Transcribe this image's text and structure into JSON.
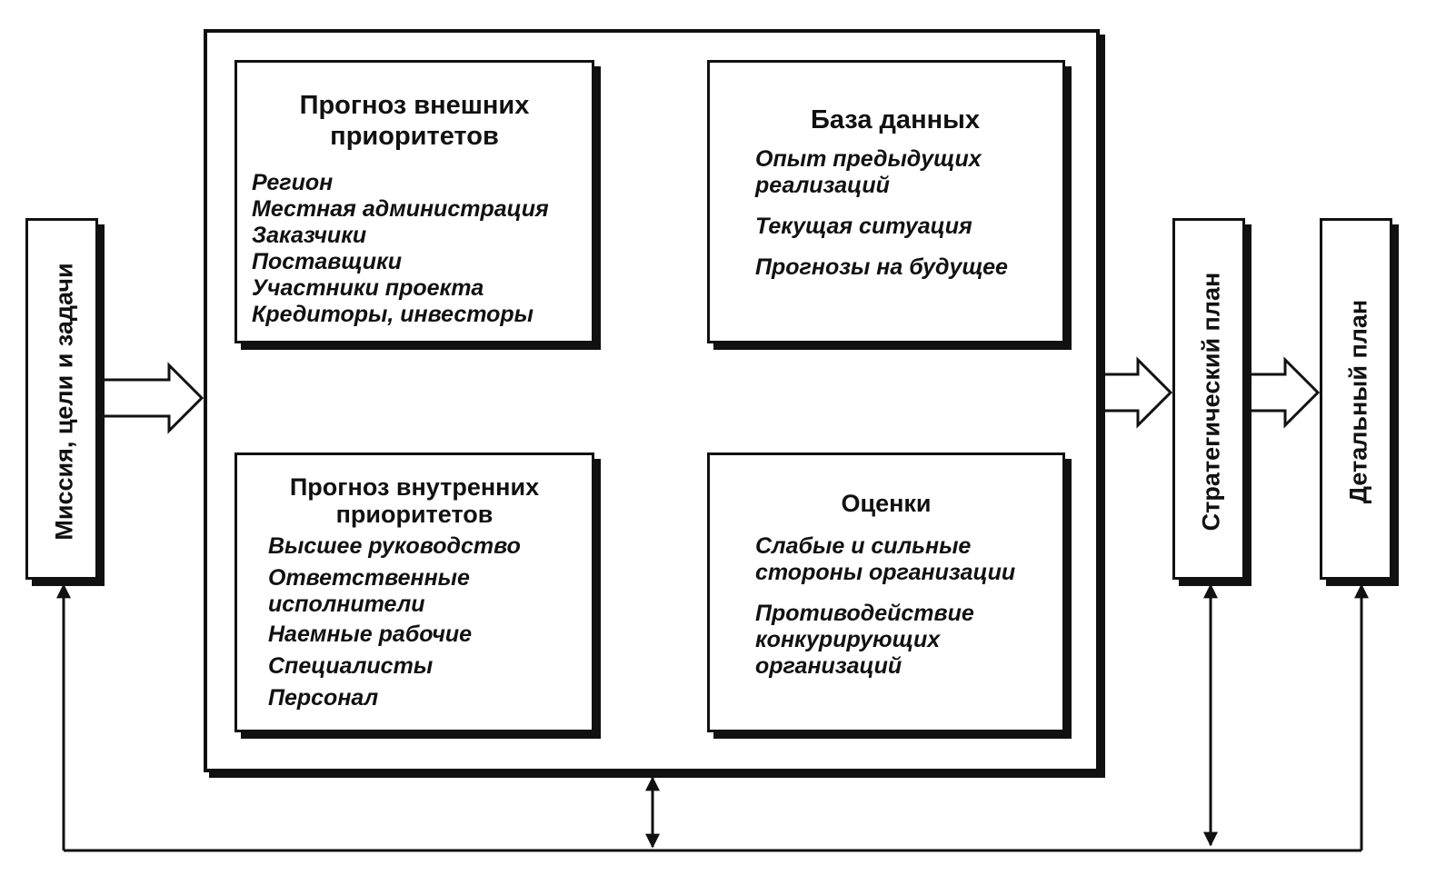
{
  "diagram": {
    "mission": "Миссия, цели и задачи",
    "strategic": "Стратегический план",
    "detailed": "Детальный план",
    "external": {
      "title_line1": "Прогноз внешних",
      "title_line2": "приоритетов",
      "items": [
        "Регион",
        "Местная администрация",
        "Заказчики",
        "Поставщики",
        "Участники проекта",
        "Кредиторы, инвесторы"
      ]
    },
    "database": {
      "title": "База данных",
      "items": [
        "Опыт предыдущих",
        "реализаций",
        "Текущая ситуация",
        "Прогнозы на будущее"
      ]
    },
    "internal": {
      "title_line1": "Прогноз внутренних",
      "title_line2": "приоритетов",
      "items": [
        "Высшее руководство",
        "Ответственные",
        "исполнители",
        "Наемные рабочие",
        "Специалисты",
        "Персонал"
      ]
    },
    "assessment": {
      "title": "Оценки",
      "items": [
        "Слабые и сильные",
        "стороны организации",
        "Противодействие",
        "конкурирующих",
        "организаций"
      ]
    }
  },
  "colors": {
    "ink": "#111111",
    "background": "#ffffff"
  }
}
